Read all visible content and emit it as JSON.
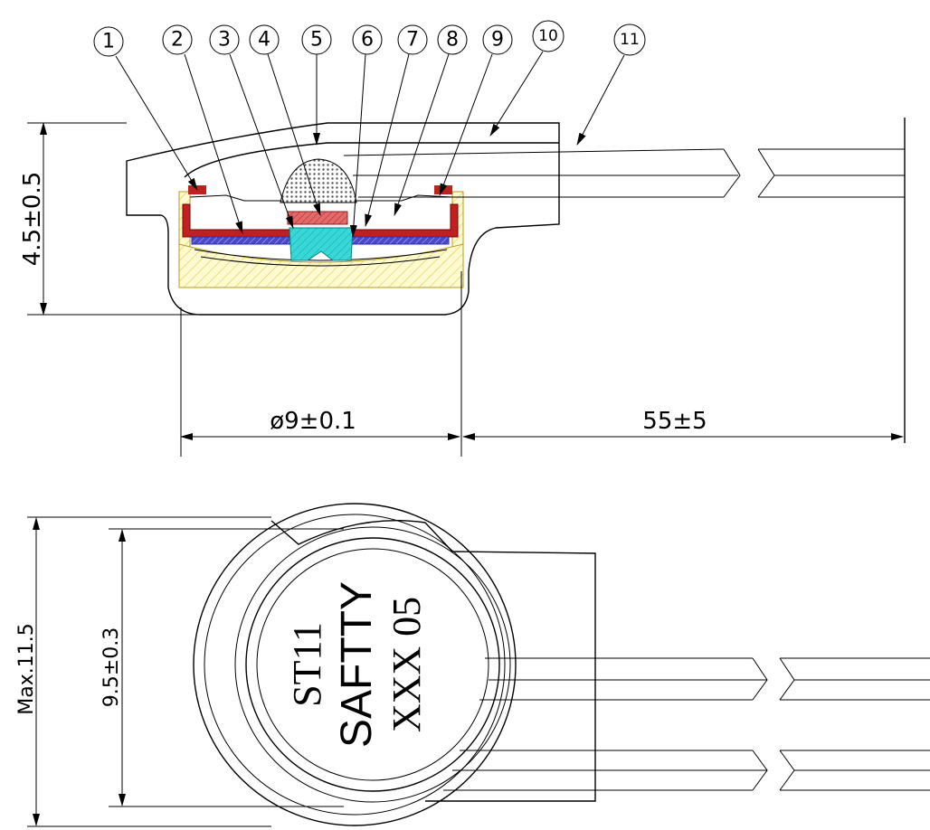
{
  "callouts": [
    "1",
    "2",
    "3",
    "4",
    "5",
    "6",
    "7",
    "8",
    "9",
    "10",
    "11"
  ],
  "dimensions": {
    "height": "4.5±0.5",
    "diameter": "ø9±0.1",
    "lead_length": "55±5",
    "max_width": "Max.11.5",
    "body_width": "9.5±0.3"
  },
  "marking": {
    "line1": "ST11",
    "line2": "SAFTTY",
    "line3": "XXX 05"
  },
  "colors": {
    "outline": "#000000",
    "housing_fill": "#fffbd0",
    "housing_hatch": "#e0c850",
    "disc": "#c02020",
    "pad": "#e26a6a",
    "sensor": "#38d8d8",
    "blue_layer": "#2c2ca8",
    "bump": "#555555"
  }
}
